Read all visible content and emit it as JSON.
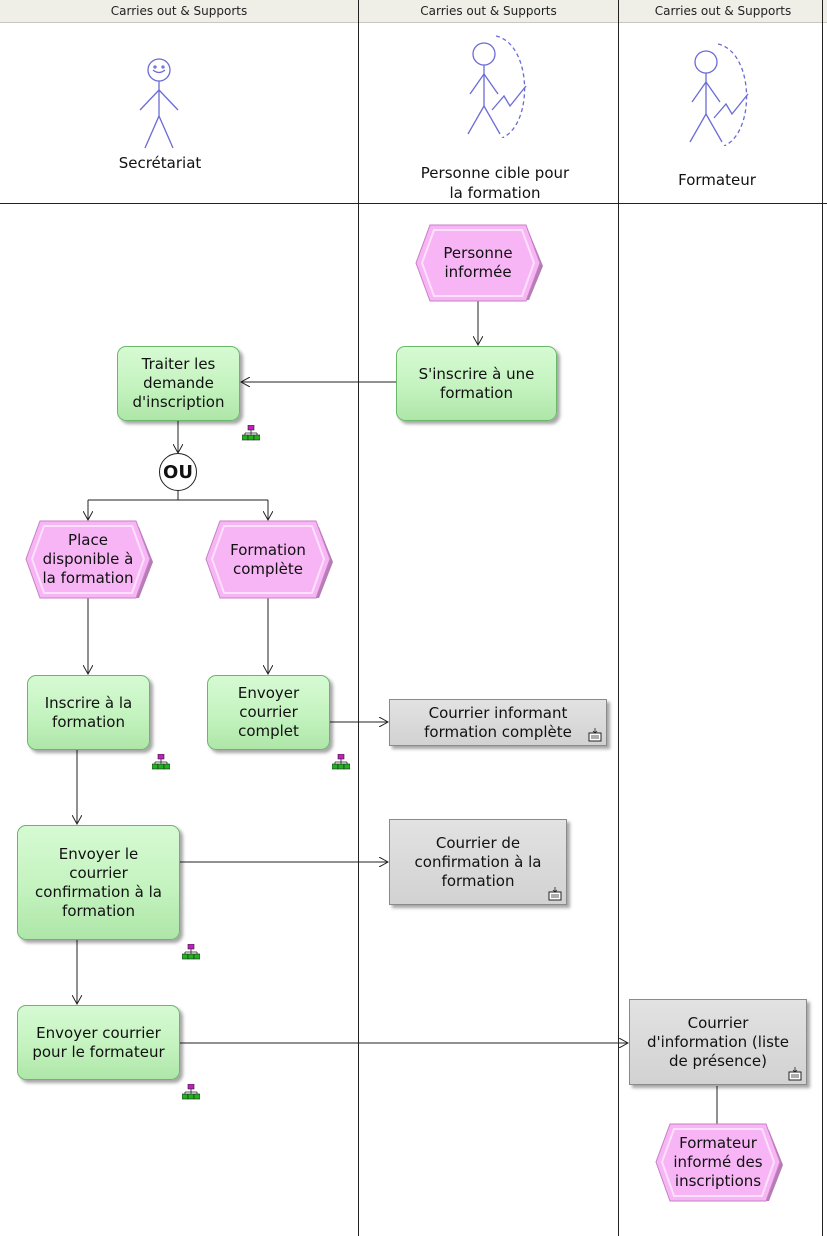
{
  "lanes": [
    {
      "header": "Carries out & Supports",
      "actor": "Secrétariat"
    },
    {
      "header": "Carries out & Supports",
      "actor": "Personne cible pour la formation"
    },
    {
      "header": "Carries out & Supports",
      "actor": "Formateur"
    }
  ],
  "events": {
    "personne_informee": "Personne informée",
    "place_disponible": "Place disponible à la formation",
    "formation_complete": "Formation complète",
    "formateur_informe": "Formateur informé des inscriptions"
  },
  "functions": {
    "inscrire_formation_cible": "S'inscrire à une formation",
    "traiter_demande": "Traiter les demande d'inscription",
    "inscrire_formation": "Inscrire à la formation",
    "envoyer_courrier_complet": "Envoyer courrier complet",
    "envoyer_confirmation": "Envoyer le courrier confirmation à la formation",
    "envoyer_formateur": "Envoyer courrier pour le formateur"
  },
  "documents": {
    "courrier_complet": "Courrier informant formation complète",
    "courrier_confirmation": "Courrier de confirmation à la formation",
    "courrier_information": "Courrier d'information (liste de présence)"
  },
  "operators": {
    "or_label": "OU"
  },
  "colors": {
    "function_fill": "#c4f3bf",
    "event_fill": "#f7b5f5",
    "document_fill": "#d6d6d6",
    "actor_stroke": "#6b6bd6"
  }
}
